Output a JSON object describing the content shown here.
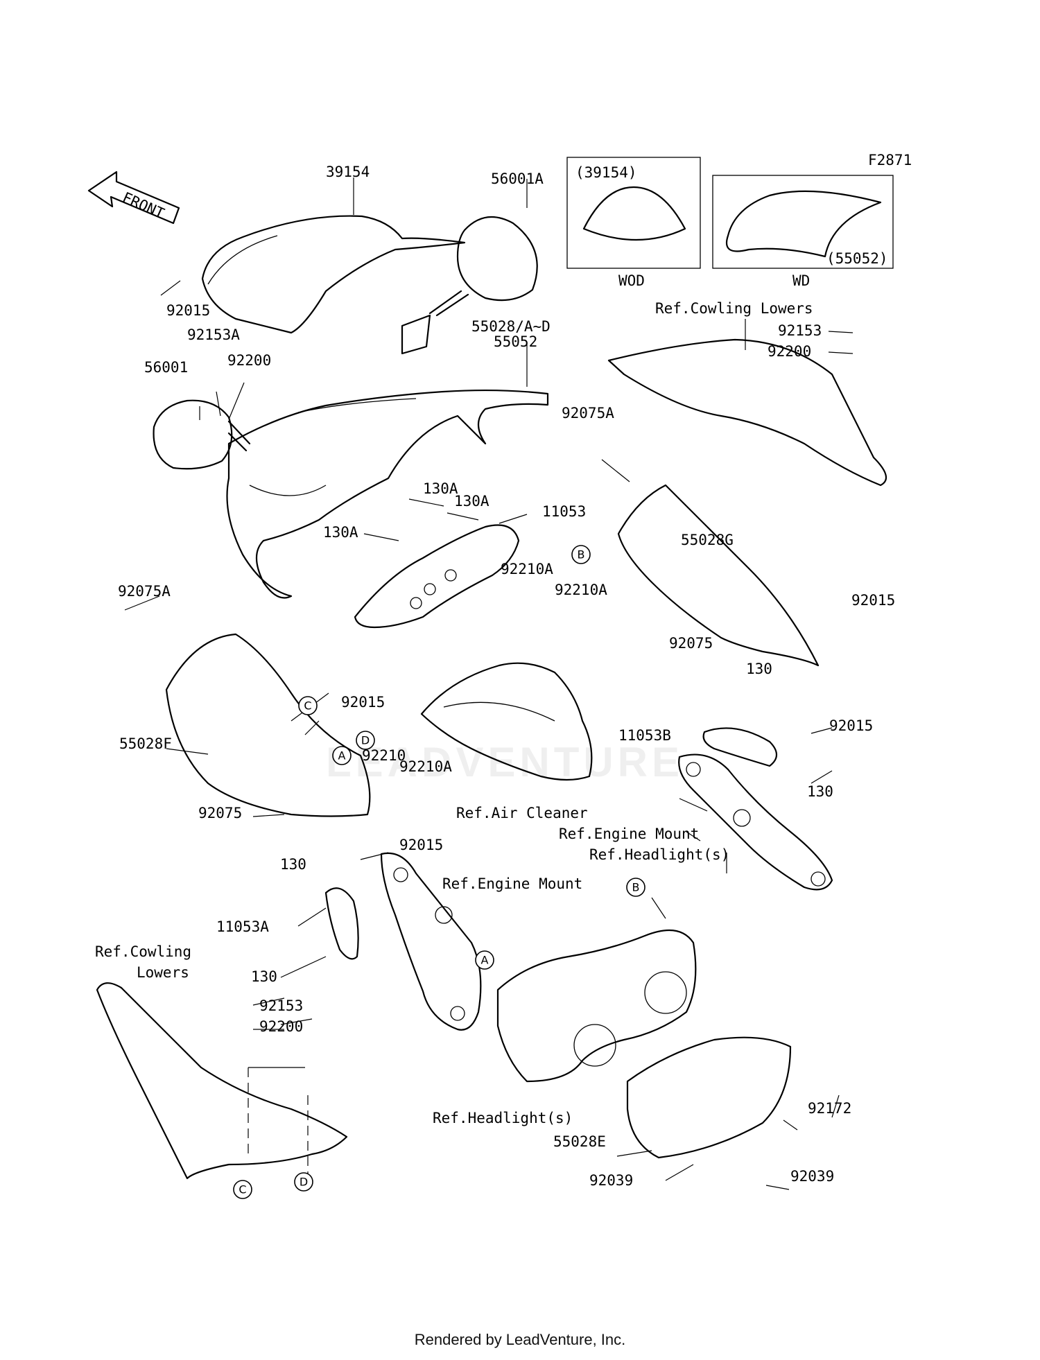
{
  "figure_code": "F2871",
  "front_label": "FRONT",
  "watermark": "LEADVENTURE",
  "footer": "Rendered by LeadVenture, Inc.",
  "insets": {
    "wod": {
      "ref": "(39154)",
      "caption": "WOD"
    },
    "wd": {
      "ref": "(55052)",
      "caption": "WD"
    }
  },
  "callouts": [
    "A",
    "B",
    "C",
    "D"
  ],
  "part_labels": {
    "p39154": "39154",
    "p56001a": "56001A",
    "p92015_tl": "92015",
    "p92153a": "92153A",
    "p56001": "56001",
    "p92200_top": "92200",
    "p55028ad": "55028/A~D",
    "p55052": "55052",
    "p92075a_r": "92075A",
    "p130a_1": "130A",
    "p130a_2": "130A",
    "p130a_3": "130A",
    "p11053": "11053",
    "p92210a_1": "92210A",
    "p92210a_2": "92210A",
    "p92210": "92210",
    "p92075a_l": "92075A",
    "p55028g": "55028G",
    "p92015_r1": "92015",
    "p92075_r": "92075",
    "p130_r1": "130",
    "p92015_r2": "92015",
    "p11053b": "11053B",
    "p130_r2": "130",
    "p92015_c": "92015",
    "p55028f": "55028F",
    "p92210a_3": "92210A",
    "ref_air_cleaner": "Ref.Air Cleaner",
    "ref_engine_mount_r": "Ref.Engine Mount",
    "ref_headlight_top": "Ref.Headlight(s)",
    "p92075_l": "92075",
    "p92015_l": "92015",
    "ref_engine_mount_l": "Ref.Engine Mount",
    "p130_l1": "130",
    "p11053a": "11053A",
    "p130_l2": "130",
    "ref_cowling_lowers_1": "Ref.Cowling",
    "ref_cowling_lowers_2": "Lowers",
    "p92153_l": "92153",
    "p92200_l": "92200",
    "ref_headlight_bot": "Ref.Headlight(s)",
    "p55028e": "55028E",
    "p92039_l": "92039",
    "p92172": "92172",
    "p92039_r": "92039",
    "ref_cowling_lowers_r": "Ref.Cowling Lowers",
    "p92153_r": "92153",
    "p92200_r": "92200"
  }
}
